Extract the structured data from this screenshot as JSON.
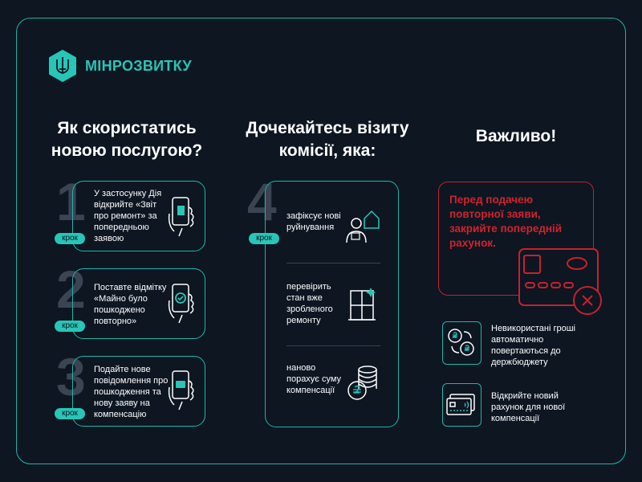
{
  "logo": {
    "text": "МІНРОЗВИТКУ"
  },
  "col1": {
    "title_line1": "Як скористатись",
    "title_line2": "новою послугою?",
    "steps": [
      {
        "number": "1",
        "badge": "крок",
        "text": "У застосунку Дія відкрийте «Звіт про ремонт» за попередньою заявою",
        "icon": "phone-document-icon"
      },
      {
        "number": "2",
        "badge": "крок",
        "text": "Поставте відмітку «Майно було пошкоджено повторно»",
        "icon": "phone-check-icon"
      },
      {
        "number": "3",
        "badge": "крок",
        "text": "Подайте нове повідомлення про пошкодження та нову заяву на компенсацію",
        "icon": "phone-message-icon"
      }
    ]
  },
  "col2": {
    "title_line1": "Дочекайтесь візиту",
    "title_line2": "комісії, яка:",
    "number": "4",
    "badge": "крок",
    "items": [
      {
        "text": "зафіксує нові руйнування",
        "icon": "inspector-house-icon"
      },
      {
        "text": "перевірить стан вже зробленого ремонту",
        "icon": "window-icon"
      },
      {
        "text": "наново порахує суму компенсації",
        "icon": "coins-icon"
      }
    ]
  },
  "col3": {
    "title": "Важливо!",
    "warning": "Перед подачею повторної заяви, закрийте попередній рахунок.",
    "notes": [
      {
        "text": "Невикористані гроші автоматично повертаються до держбюджету",
        "icon": "money-exchange-icon"
      },
      {
        "text": "Відкрийте новий рахунок для нової компенсації",
        "icon": "bank-card-icon"
      }
    ]
  },
  "colors": {
    "accent": "#27c6b7",
    "warning": "#d0222f",
    "background": "#0d1621"
  }
}
